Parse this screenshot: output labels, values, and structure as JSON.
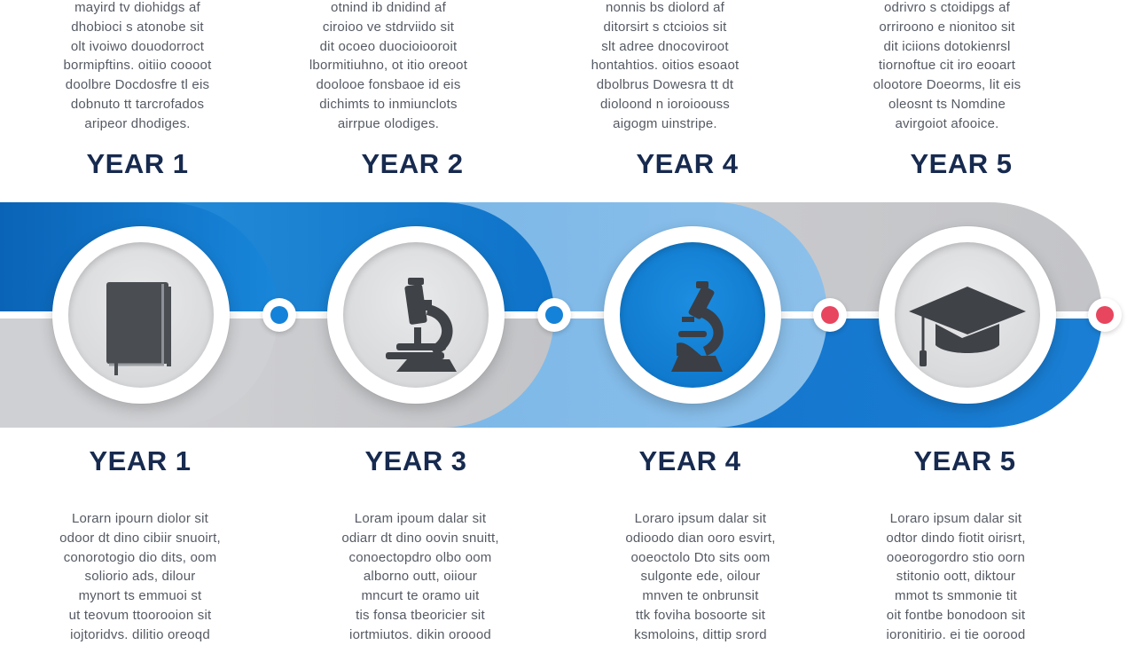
{
  "colors": {
    "navy": "#172a4f",
    "blue_dark": "#0b6cc2",
    "blue_mid": "#1a86d6",
    "blue_light": "#7fb6e6",
    "gray": "#c8c9cc",
    "dot_blue": "#1482d8",
    "dot_red": "#e8455f",
    "text": "#555a63"
  },
  "stages": [
    {
      "top_label": "YEAR 1",
      "bottom_label": "YEAR 1",
      "icon": "book-icon",
      "top_text": [
        "mayird tv diohidgs af",
        "dhobioci s atonobe sit",
        "olt ivoiwo douodorroct",
        "bormipftins. oitiio coooot",
        "doolbre Docdosfre tl eis",
        "dobnuto tt tarcrofados",
        "aripeor dhodiges."
      ],
      "bottom_text": [
        "Lorarn ipourn diolor sit",
        "odoor dt dino cibiir snuoirt,",
        "conorotogio dio dits, oom",
        "soliorio ads, dilour",
        "mynort ts emmuoi st",
        "ut teovum ttoorooion sit",
        "iojtoridvs. dilitio oreoqd"
      ]
    },
    {
      "top_label": "YEAR 2",
      "bottom_label": "YEAR 3",
      "icon": "microscope-icon",
      "top_text": [
        "otnind ib dnidind af",
        "ciroioo ve stdrviido sit",
        "dit ocoeo duocioiooroit",
        "lbormitiuhno, ot itio oreoot",
        "doolooe fonsbaoe id eis",
        "dichimts to inmiunclots",
        "airrpue olodiges."
      ],
      "bottom_text": [
        "Loram ipoum dalar sit",
        "odiarr dt dino oovin snuitt,",
        "conoectopdro olbo oom",
        "alborno outt, oiiour",
        "mncurt te oramo uit",
        "tis fonsa tbeoricier sit",
        "iortmiutos. dikin oroood"
      ]
    },
    {
      "top_label": "YEAR 4",
      "bottom_label": "YEAR 4",
      "icon": "microscope-icon",
      "top_text": [
        "nonnis bs diolord af",
        "ditorsirt s ctcioios sit",
        "slt adree dnocoviroot",
        "hontahtios. oitios esoaot",
        "dbolbrus Dowesra tt dt",
        "dioloond n ioroioouss",
        "aigogm uinstripe."
      ],
      "bottom_text": [
        "Loraro ipsum dalar sit",
        "odioodo dian ooro esvirt,",
        "ooeoctolo Dto sits oom",
        "sulgonte ede, oilour",
        "mnven te onbrunsit",
        "ttk foviha bosoorte sit",
        "ksmoloins, dittip srord"
      ]
    },
    {
      "top_label": "YEAR 5",
      "bottom_label": "YEAR 5",
      "icon": "graduation-cap-icon",
      "top_text": [
        "odrivro s ctoidipgs af",
        "orriroono e nionitoo sit",
        "dit iciions dotokienrsl",
        "tiornoftue cit iro eooart",
        "olootore Doeorms, lit eis",
        "oleosnt ts Nomdine",
        "avirgoiot afooice."
      ],
      "bottom_text": [
        "Loraro ipsum dalar sit",
        "odtor dindo fiotit oirisrt,",
        "ooeorogordro stio oorn",
        "stitonio oott, diktour",
        "mmot ts smmonie tit",
        "oit fontbe bonodoon sit",
        "ioronitirio. ei tie oorood"
      ]
    }
  ]
}
